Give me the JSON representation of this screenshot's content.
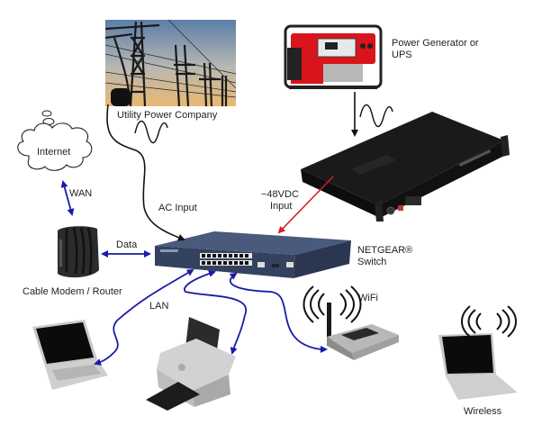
{
  "labels": {
    "internet": "Internet",
    "wan": "WAN",
    "utility": "Utility Power Company",
    "generator_line1": "Power Generator or",
    "generator_line2": "UPS",
    "ac_input": "AC Input",
    "dc_line1": "−48VDC",
    "dc_line2": "Input",
    "data": "Data",
    "modem": "Cable Modem / Router",
    "switch_line1": "NETGEAR®",
    "switch_line2": "Switch",
    "lan": "LAN",
    "wifi": "WiFi",
    "wireless": "Wireless"
  },
  "colors": {
    "network_link": "#1a1aa8",
    "dc_power": "#d42020",
    "ac_power": "#111111",
    "switch_body": "#3b4a6b",
    "generator_red": "#d8141c",
    "ups_body": "#141414"
  }
}
